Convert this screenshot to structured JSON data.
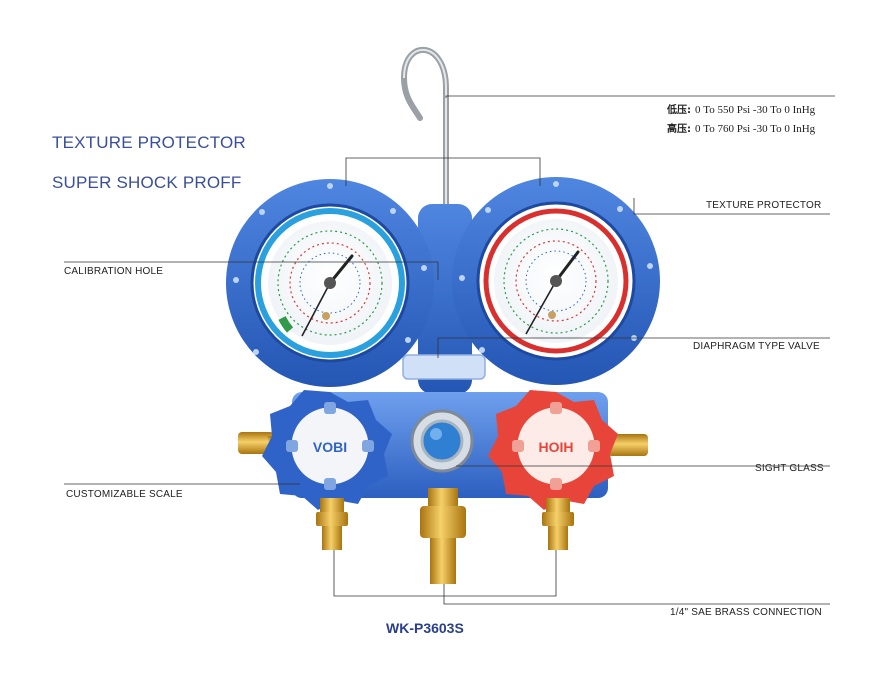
{
  "headlines": [
    "TEXTURE PROTECTOR",
    "SUPER SHOCK PROFF"
  ],
  "specs": [
    {
      "prefix": "低压:",
      "text": "0 To 550 Psi -30 To 0 InHg"
    },
    {
      "prefix": "高压:",
      "text": "0 To 760 Psi -30 To 0 InHg"
    }
  ],
  "callouts": {
    "texture_protector": "TEXTURE PROTECTOR",
    "calibration_hole": "CALIBRATION HOLE",
    "diaphragm_valve": "DIAPHRAGM TYPE VALVE",
    "customizable_scale": "CUSTOMIZABLE SCALE",
    "sight_glass": "SIGHT GLASS",
    "brass_connection": "1/4\" SAE BRASS CONNECTION"
  },
  "knobs": {
    "left_text": "VOBI",
    "right_text": "HOIH"
  },
  "model": "WK-P3603S",
  "colors": {
    "blue_body": "#2f63c8",
    "red_knob": "#e8453a",
    "brass": "#d9a42a",
    "title_blue": "#3a4f9a"
  }
}
